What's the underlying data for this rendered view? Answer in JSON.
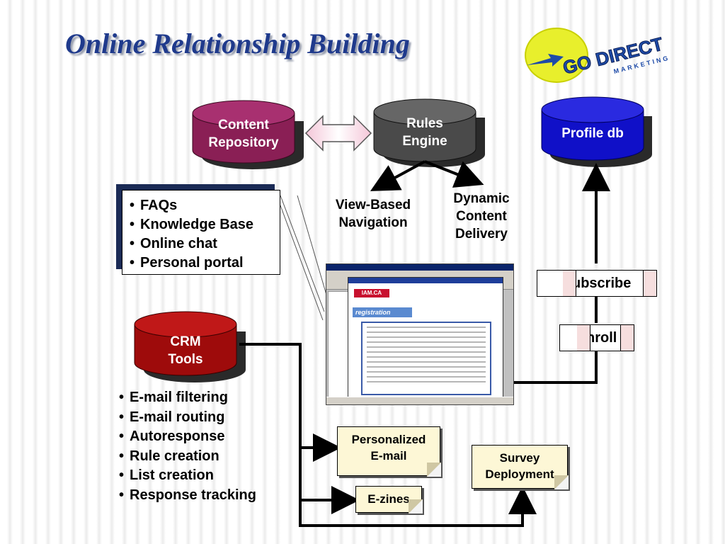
{
  "title": "Online Relationship Building",
  "logo": {
    "text_main": "GO DIRECT",
    "text_sub": "MARKETING",
    "colors": {
      "yellow": "#e8ef2c",
      "blue": "#1e4ba8"
    }
  },
  "cylinders": {
    "content_repository": {
      "label_line1": "Content",
      "label_line2": "Repository",
      "color": "#8a1f55"
    },
    "rules_engine": {
      "label_line1": "Rules",
      "label_line2": "Engine",
      "color": "#4a4a4a"
    },
    "profile_db": {
      "label": "Profile db",
      "color": "#1010c8"
    },
    "crm_tools": {
      "label_line1": "CRM",
      "label_line2": "Tools",
      "color": "#9e0b0b"
    }
  },
  "content_list": [
    "FAQs",
    "Knowledge Base",
    "Online chat",
    "Personal portal"
  ],
  "rules_outputs": {
    "view_based_line1": "View-Based",
    "view_based_line2": "Navigation",
    "dynamic_line1": "Dynamic",
    "dynamic_line2": "Content",
    "dynamic_line3": "Delivery"
  },
  "profile_actions": {
    "subscribe": "Subscribe",
    "enroll": "Enroll"
  },
  "crm_list": [
    "E-mail filtering",
    "E-mail routing",
    "Autoresponse",
    "Rule creation",
    "List creation",
    "Response tracking"
  ],
  "outputs": {
    "personalized_line1": "Personalized",
    "personalized_line2": "E-mail",
    "survey_line1": "Survey",
    "survey_line2": "Deployment",
    "ezines": "E-zines"
  },
  "screenshot": {
    "logo_text": "IAM.CA",
    "heading": "registration"
  }
}
